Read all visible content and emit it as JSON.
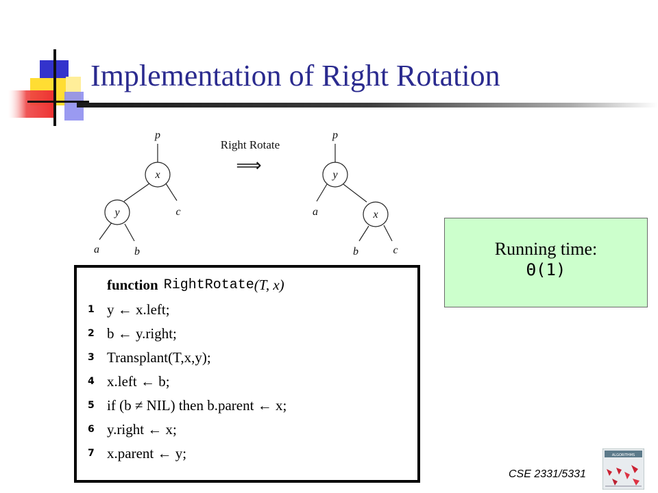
{
  "slide": {
    "title": "Implementation of Right Rotation",
    "footer": "CSE 2331/5331",
    "book_cover_title": "ALGORITHMS"
  },
  "diagram": {
    "arrow_label": "Right Rotate",
    "arrow_glyph": "⟹",
    "left_tree": {
      "parent": "p",
      "root": "x",
      "left_child": "y",
      "right_leaf": "c",
      "grand_left": "a",
      "grand_right": "b"
    },
    "right_tree": {
      "parent": "p",
      "root": "y",
      "left_leaf": "a",
      "right_child": "x",
      "grand_left": "b",
      "grand_right": "c"
    }
  },
  "code": {
    "header_kw": "function",
    "header_name": "RightRotate",
    "header_args": "(T, x)",
    "lines": [
      {
        "num": "1",
        "text": "y ← x.left;"
      },
      {
        "num": "2",
        "text": "b ← y.right;"
      },
      {
        "num": "3",
        "text": "Transplant(T,x,y);"
      },
      {
        "num": "4",
        "text": "x.left ← b;"
      },
      {
        "num": "5",
        "text": "if (b ≠ NIL) then b.parent ← x;"
      },
      {
        "num": "6",
        "text": "y.right ← x;"
      },
      {
        "num": "7",
        "text": "x.parent ← y;"
      }
    ]
  },
  "running_time": {
    "label": "Running time:",
    "value": "Θ(1)"
  },
  "colors": {
    "title": "#2b2b8f",
    "time_box_bg": "#ccffcc",
    "deco_blue": "#3333cc",
    "deco_yellow": "#ffdd33",
    "deco_red": "#ee3333"
  }
}
